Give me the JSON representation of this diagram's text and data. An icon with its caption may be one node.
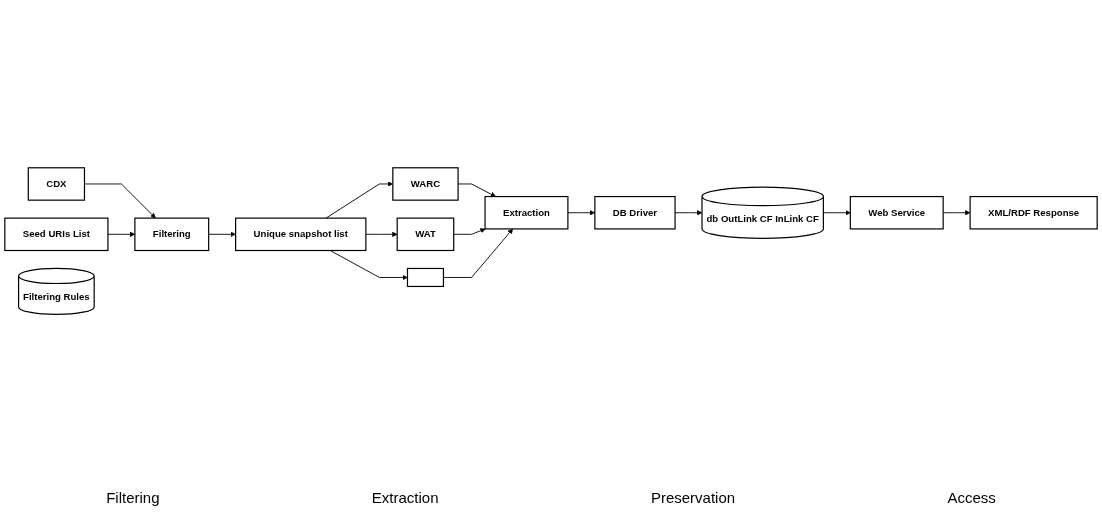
{
  "diagram": {
    "nodes": [
      {
        "text": [
          "CDX"
        ]
      },
      {
        "text": [
          "Seed URIs List"
        ]
      },
      {
        "text": [
          "Filtering"
        ]
      },
      {
        "text": [
          "Unique snapshot list"
        ]
      },
      {
        "text": [
          "Filtering Rules"
        ]
      },
      {
        "text": [
          "WARC"
        ]
      },
      {
        "text": [
          "WAT"
        ]
      },
      {
        "text": [],
        "shape": "box"
      },
      {
        "text": [
          "Extraction"
        ]
      },
      {
        "text": [
          "DB Driver"
        ]
      },
      {
        "text": [
          "db OutLink CF InLink CF"
        ]
      },
      {
        "text": [
          "Web Service"
        ]
      },
      {
        "text": [
          "XML/RDF Response"
        ]
      }
    ],
    "edges": [
      {
        "from": 0,
        "to": 2,
        "arrow": "to"
      },
      {
        "from": 1,
        "to": 2,
        "arrow": "to"
      },
      {
        "from": 2,
        "to": 3,
        "arrow": "to"
      },
      {
        "from": 3,
        "to": 5,
        "arrow": "to"
      },
      {
        "from": 3,
        "to": 6,
        "arrow": "to"
      },
      {
        "from": 3,
        "to": 7,
        "arrow": "to"
      },
      {
        "from": 5,
        "to": 8,
        "arrow": "to"
      },
      {
        "from": 6,
        "to": 8,
        "arrow": "to"
      },
      {
        "from": 7,
        "to": 8,
        "arrow": "to"
      },
      {
        "from": 8,
        "to": 9,
        "arrow": "to"
      },
      {
        "from": 9,
        "to": 10,
        "arrow": "to"
      },
      {
        "from": 10,
        "to": 11,
        "arrow": "to"
      },
      {
        "from": 11,
        "to": 12,
        "arrow": "to"
      }
    ],
    "labels": [
      "Filtering",
      "Extraction",
      "Preservation",
      "Access"
    ]
  }
}
